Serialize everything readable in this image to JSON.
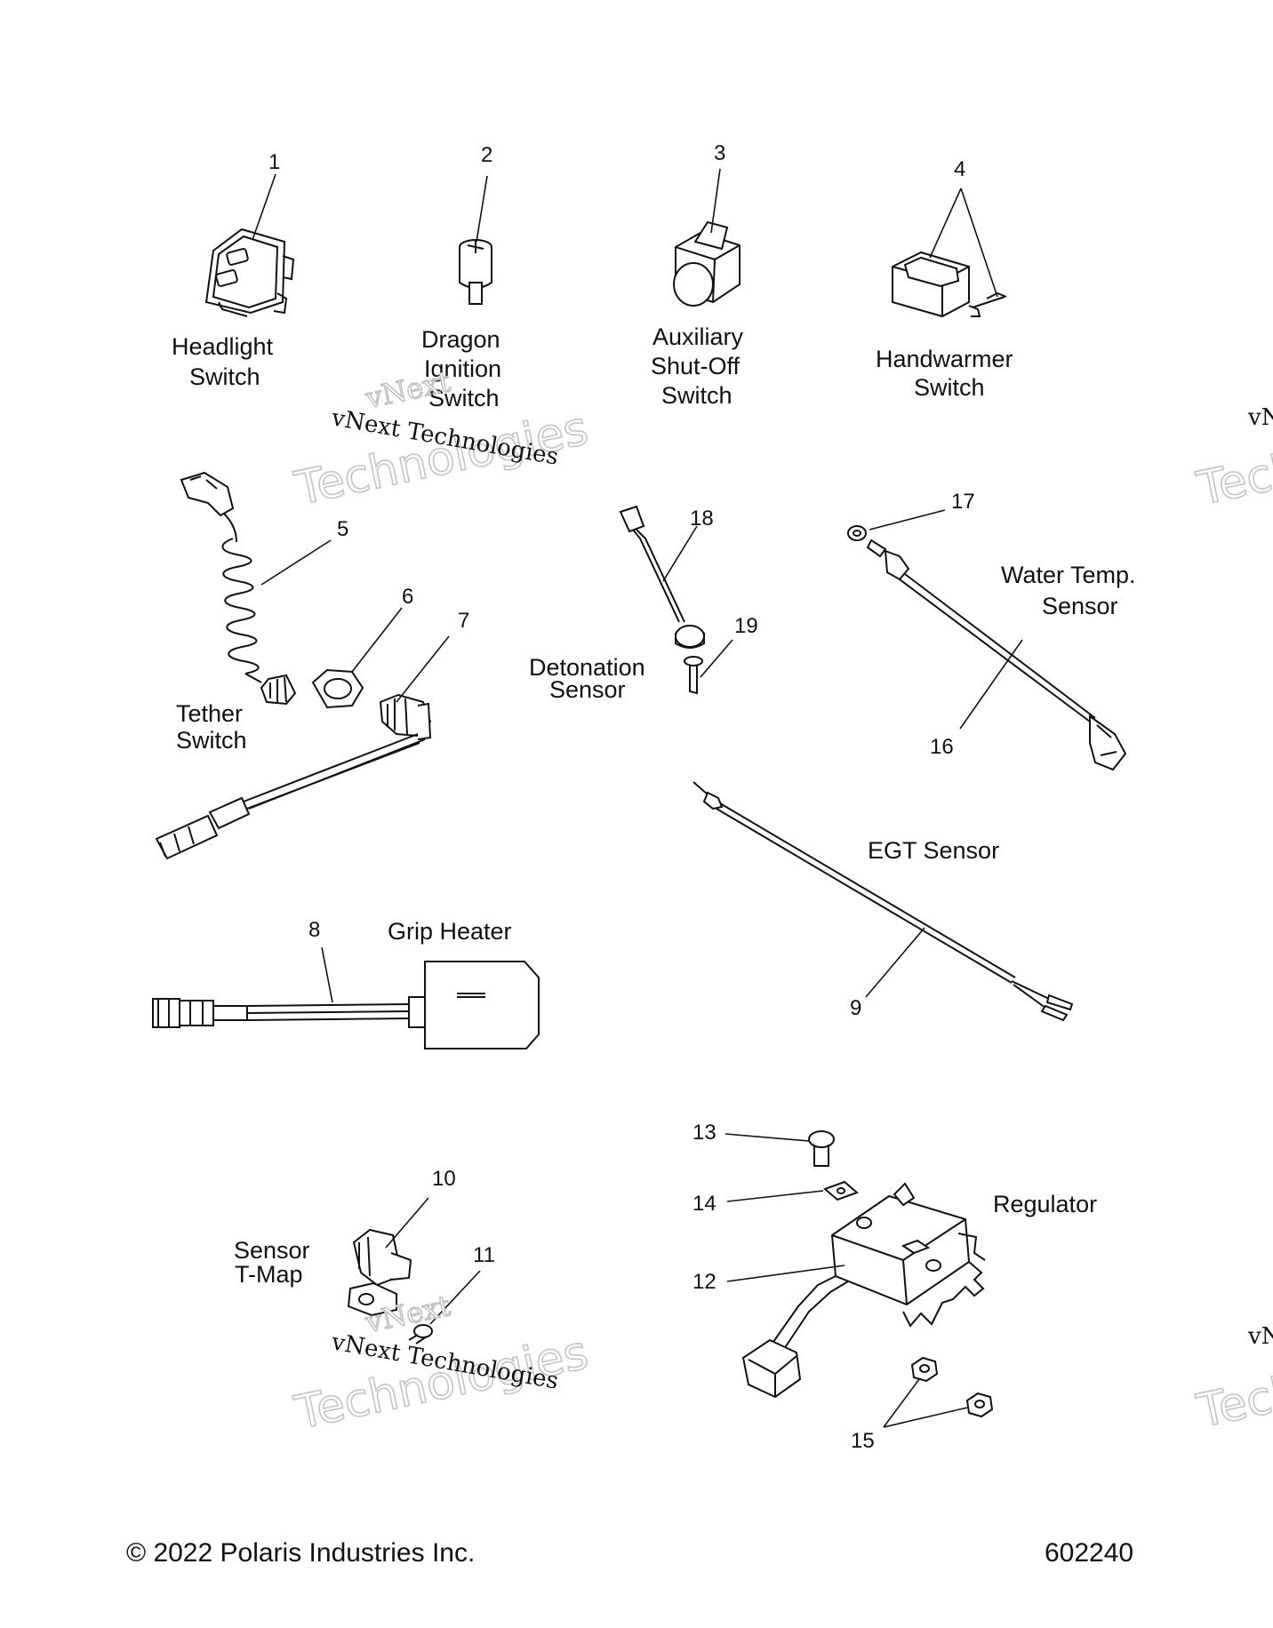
{
  "callouts": {
    "c1": "1",
    "c2": "2",
    "c3": "3",
    "c4": "4",
    "c5": "5",
    "c6": "6",
    "c7": "7",
    "c8": "8",
    "c9": "9",
    "c10": "10",
    "c11": "11",
    "c12": "12",
    "c13": "13",
    "c14": "14",
    "c15": "15",
    "c16": "16",
    "c17": "17",
    "c18": "18",
    "c19": "19"
  },
  "labels": {
    "headlight_switch": [
      "Headlight",
      "Switch"
    ],
    "dragon_ignition_switch": [
      "Dragon",
      "Ignition",
      "Switch"
    ],
    "auxiliary_shutoff_switch": [
      "Auxiliary",
      "Shut-Off",
      "Switch"
    ],
    "handwarmer_switch": [
      "Handwarmer",
      "Switch"
    ],
    "tether_switch": [
      "Tether",
      "Switch"
    ],
    "detonation_sensor": [
      "Detonation",
      "Sensor"
    ],
    "water_temp_sensor": [
      "Water Temp.",
      "Sensor"
    ],
    "egt_sensor": "EGT Sensor",
    "grip_heater": "Grip Heater",
    "sensor_tmap": [
      "Sensor",
      "T-Map"
    ],
    "regulator": "Regulator"
  },
  "watermark": {
    "line1": "vNext",
    "line2": "Technologies",
    "line3": "vNext Technologies"
  },
  "footer": {
    "copyright": "© 2022 Polaris Industries Inc.",
    "figure_number": "602240"
  }
}
